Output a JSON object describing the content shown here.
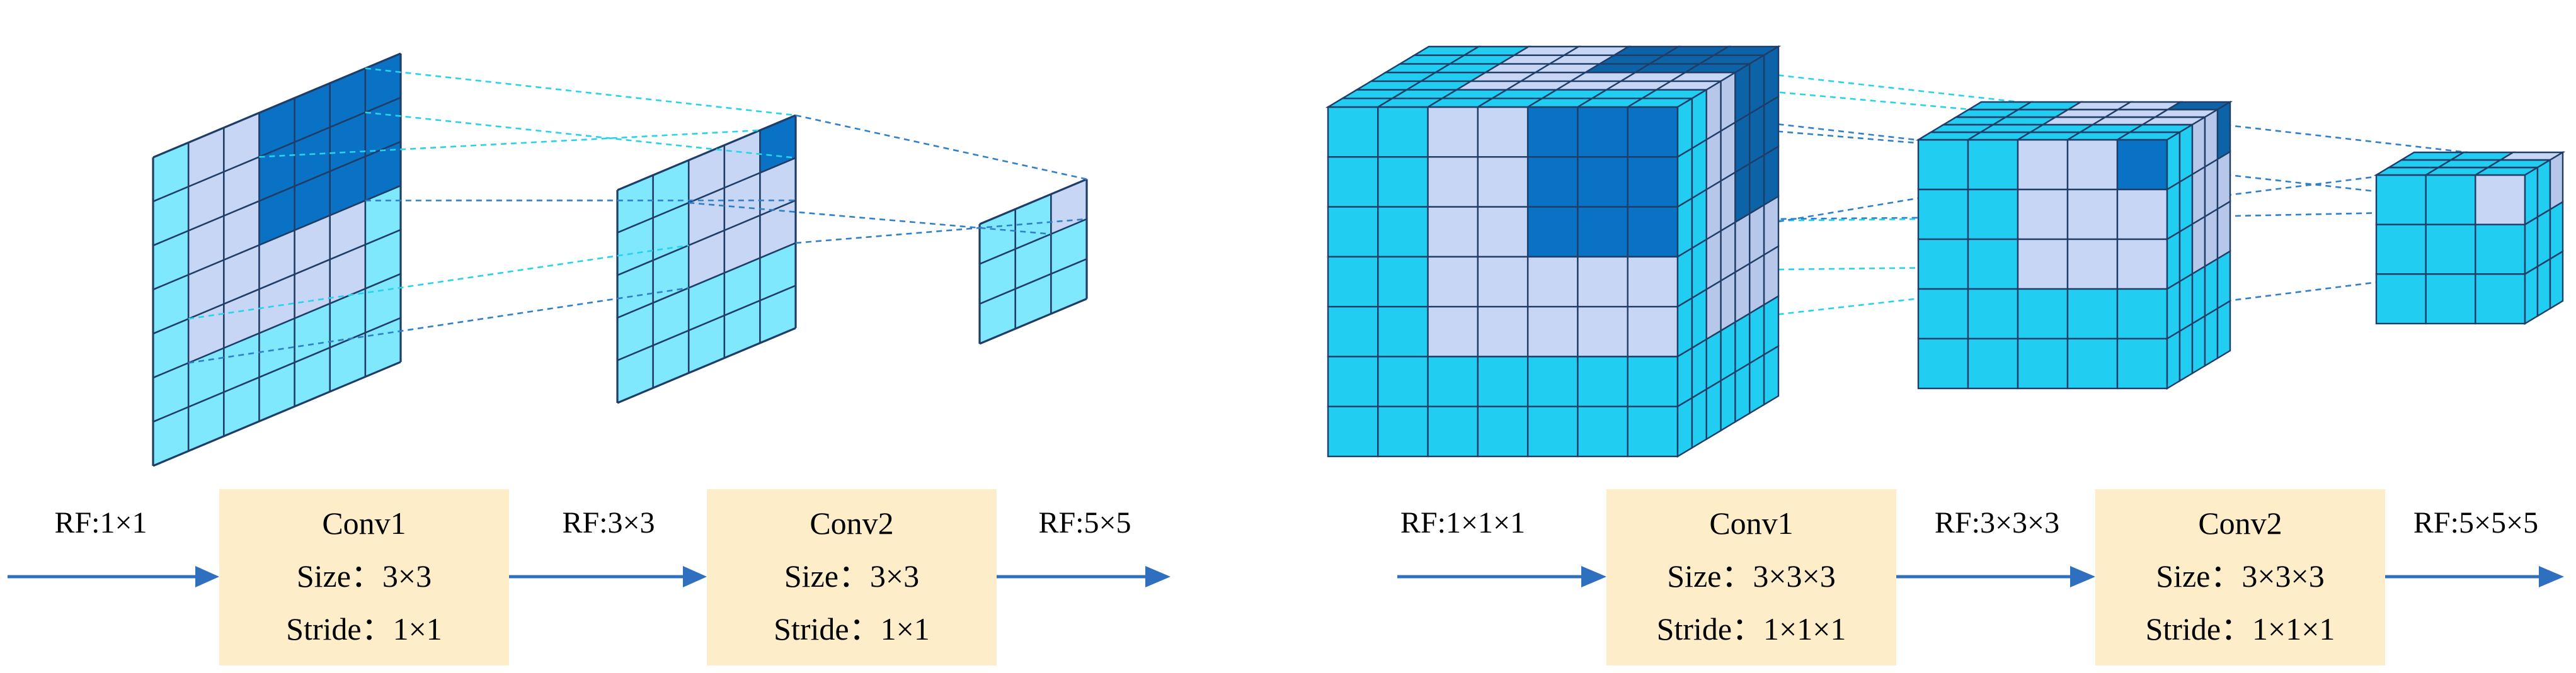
{
  "colors": {
    "cyan": "#22cdf2",
    "light_cyan": "#7fe8fd",
    "pale_blue": "#c7d6f4",
    "pale_blue_side": "#b6c7ea",
    "dark_blue": "#0a72c5",
    "darker_blue": "#0d63a8",
    "box_fill": "#fdeec9",
    "arrow": "#2e6fbf",
    "projection_cyan": "#27d3ea",
    "projection_blue": "#2f7fc9"
  },
  "left_panel": {
    "input_label": "RF:1×1",
    "conv1": {
      "name": "Conv1",
      "size": "Size：3×3",
      "stride": "Stride：1×1"
    },
    "mid_label": "RF:3×3",
    "conv2": {
      "name": "Conv2",
      "size": "Size：3×3",
      "stride": "Stride：1×1"
    },
    "output_label": "RF:5×5"
  },
  "right_panel": {
    "input_label": "RF:1×1×1",
    "conv1": {
      "name": "Conv1",
      "size": "Size：3×3×3",
      "stride": "Stride：1×1×1"
    },
    "mid_label": "RF:3×3×3",
    "conv2": {
      "name": "Conv2",
      "size": "Size：3×3×3",
      "stride": "Stride：1×1×1"
    },
    "output_label": "RF:5×5×5"
  }
}
